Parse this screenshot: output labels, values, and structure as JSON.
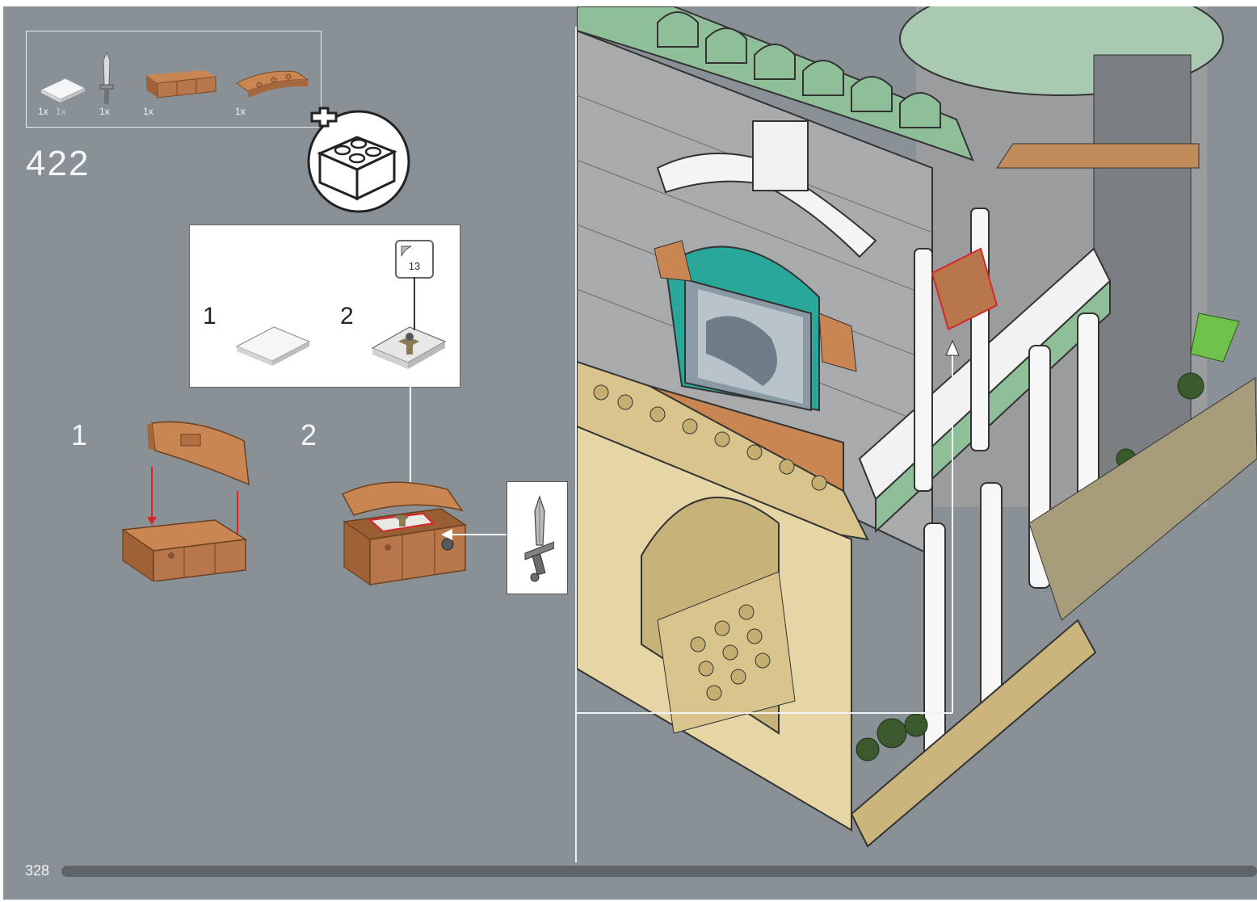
{
  "parts_list": {
    "items": [
      {
        "name": "white-tile",
        "qty": "1x"
      },
      {
        "name": "printed-tile",
        "qty": "1x"
      },
      {
        "name": "sword",
        "qty": "1x"
      },
      {
        "name": "chest-bottom",
        "qty": "1x"
      },
      {
        "name": "chest-lid",
        "qty": "1x"
      }
    ]
  },
  "step": {
    "number": "422",
    "substep_1_label": "1",
    "substep_2_label": "2"
  },
  "sub_assembly": {
    "step_1_label": "1",
    "step_2_label": "2",
    "sticker_number": "13"
  },
  "footer": {
    "page_number": "328"
  },
  "colors": {
    "page_background": "#8a9196",
    "chest_brown": "#b8774a",
    "arrow_red": "#d6262c",
    "roof_green": "#8fbf98",
    "stone_gray": "#a8aaac",
    "sand": "#d9c48d",
    "teal": "#2aa79b"
  },
  "icons": {
    "add-brick": "brick-with-plus-icon"
  }
}
